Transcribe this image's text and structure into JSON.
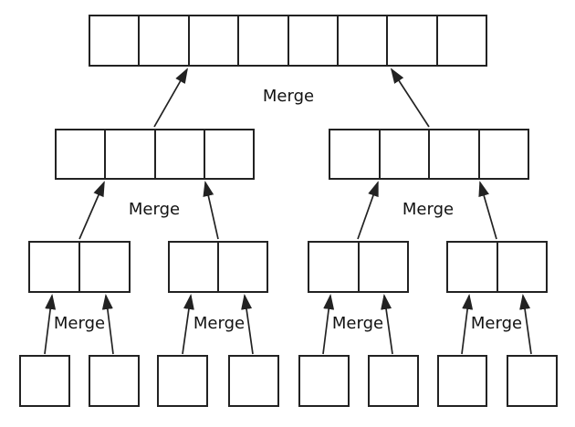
{
  "diagram": {
    "labels": {
      "merge": "Merge"
    },
    "colors": {
      "line": "#222222",
      "background": "#ffffff"
    },
    "arrays": {
      "level1": [
        {
          "cells": 8
        }
      ],
      "level2": [
        {
          "cells": 4
        },
        {
          "cells": 4
        }
      ],
      "level3": [
        {
          "cells": 2
        },
        {
          "cells": 2
        },
        {
          "cells": 2
        },
        {
          "cells": 2
        }
      ],
      "level4": [
        {
          "cells": 1
        },
        {
          "cells": 1
        },
        {
          "cells": 1
        },
        {
          "cells": 1
        },
        {
          "cells": 1
        },
        {
          "cells": 1
        },
        {
          "cells": 1
        },
        {
          "cells": 1
        }
      ]
    },
    "merges": [
      {
        "label": "Merge",
        "from": [
          "array-4-left",
          "array-4-right"
        ],
        "to": "array-8"
      },
      {
        "label": "Merge",
        "from": [
          "pair-1",
          "pair-2"
        ],
        "to": "array-4-left"
      },
      {
        "label": "Merge",
        "from": [
          "pair-3",
          "pair-4"
        ],
        "to": "array-4-right"
      },
      {
        "label": "Merge",
        "from": [
          "leaf-1",
          "leaf-2"
        ],
        "to": "pair-1"
      },
      {
        "label": "Merge",
        "from": [
          "leaf-3",
          "leaf-4"
        ],
        "to": "pair-2"
      },
      {
        "label": "Merge",
        "from": [
          "leaf-5",
          "leaf-6"
        ],
        "to": "pair-3"
      },
      {
        "label": "Merge",
        "from": [
          "leaf-7",
          "leaf-8"
        ],
        "to": "pair-4"
      }
    ]
  }
}
